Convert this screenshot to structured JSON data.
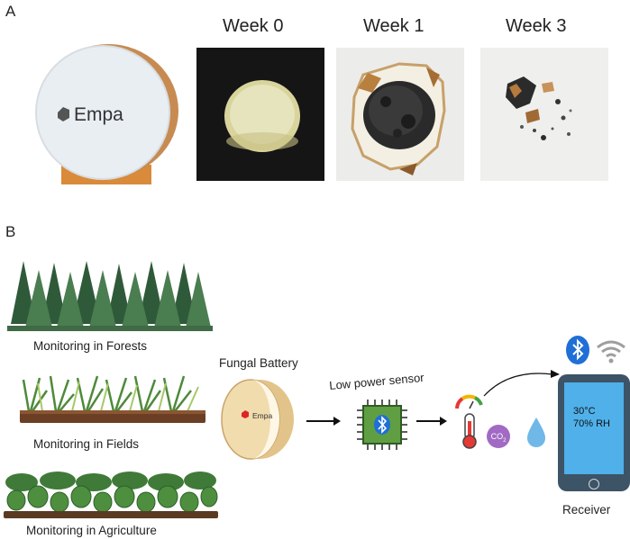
{
  "panel_a": {
    "letter": "A",
    "disc_logo_text": "Empa",
    "weeks": [
      "Week 0",
      "Week 1",
      "Week 3"
    ]
  },
  "panel_b": {
    "letter": "B",
    "monitoring": [
      "Monitoring in Forests",
      "Monitoring in Fields",
      "Monitoring in Agriculture"
    ],
    "battery_label": "Fungal Battery",
    "battery_logo_text": "Empa",
    "sensor_label": "Low power sensor",
    "co2_label": "CO",
    "co2_sub": "2",
    "receiver_label": "Receiver",
    "screen_temp": "30°C",
    "screen_rh": "70% RH"
  },
  "colors": {
    "tree_dark": "#2f5a3a",
    "tree_light": "#4a7d4f",
    "chip_green": "#5f9e43",
    "bluetooth_blue": "#1f6fd6",
    "tablet_frame": "#3d5366",
    "tablet_screen": "#4fb0ea",
    "co2_purple": "#a16ac4",
    "battery_tan": "#f1dcae",
    "soil_brown": "#6b3f23"
  }
}
